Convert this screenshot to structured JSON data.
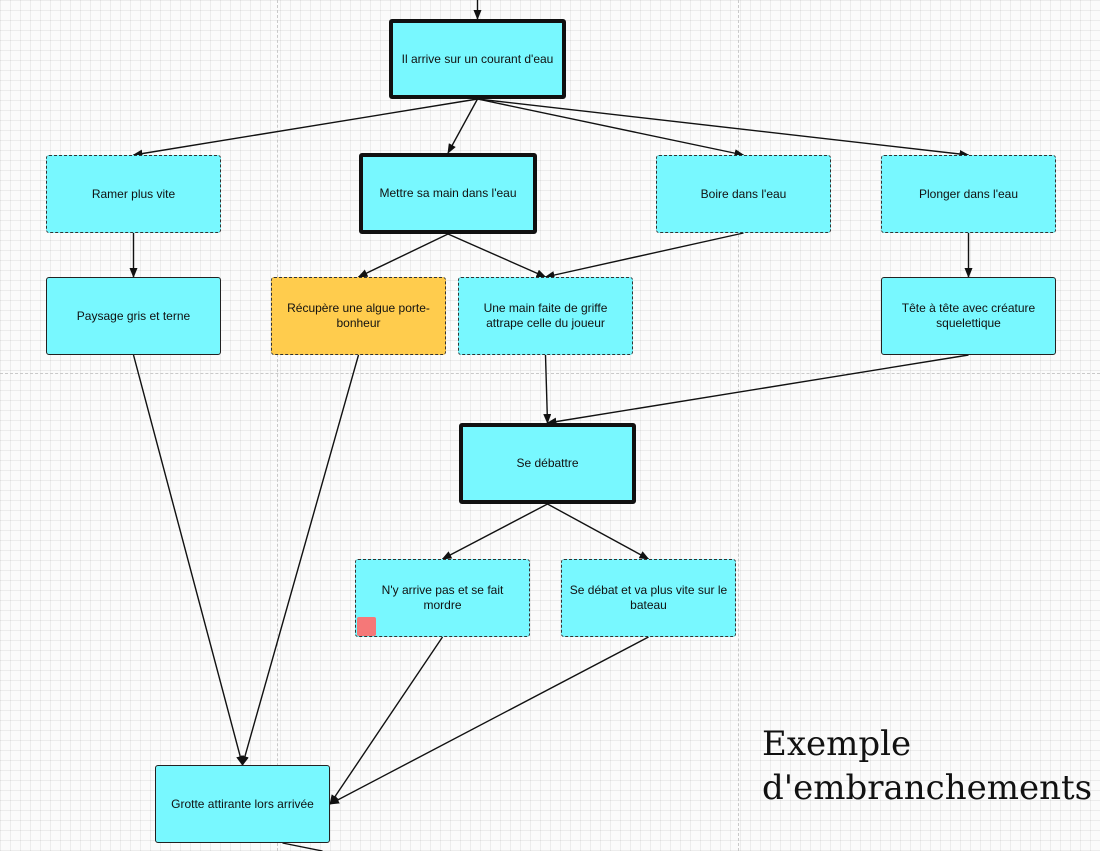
{
  "colors": {
    "cyan": "#78f8ff",
    "orange": "#ffcc4d",
    "sticker": "#f57878",
    "edge": "#111111"
  },
  "nodes": [
    {
      "id": "n-arrive",
      "label": "Il arrive sur un courant d'eau",
      "fill": "cyan",
      "border": "solid-thick"
    },
    {
      "id": "n-ramer",
      "label": "Ramer plus vite",
      "fill": "cyan",
      "border": "dashed-thin"
    },
    {
      "id": "n-main",
      "label": "Mettre sa main dans l'eau",
      "fill": "cyan",
      "border": "solid-thick"
    },
    {
      "id": "n-boire",
      "label": "Boire dans l'eau",
      "fill": "cyan",
      "border": "dashed-thin"
    },
    {
      "id": "n-plonger",
      "label": "Plonger dans l'eau",
      "fill": "cyan",
      "border": "dashed-thin"
    },
    {
      "id": "n-paysage",
      "label": "Paysage gris et terne",
      "fill": "cyan",
      "border": "solid-thin"
    },
    {
      "id": "n-algue",
      "label": "Récupère une algue porte-bonheur",
      "fill": "orange",
      "border": "dashed-thin"
    },
    {
      "id": "n-griffe",
      "label": "Une main faite de griffe attrape celle du joueur",
      "fill": "cyan",
      "border": "dashed-thin"
    },
    {
      "id": "n-tete",
      "label": "Tête à tête avec créature squelettique",
      "fill": "cyan",
      "border": "solid-thin"
    },
    {
      "id": "n-debattre",
      "label": "Se débattre",
      "fill": "cyan",
      "border": "solid-thick"
    },
    {
      "id": "n-mordre",
      "label": "N'y arrive pas et se fait mordre",
      "fill": "cyan",
      "border": "dashed-thin"
    },
    {
      "id": "n-bateau",
      "label": "Se débat et va plus vite sur le bateau",
      "fill": "cyan",
      "border": "dashed-thin"
    },
    {
      "id": "n-grotte",
      "label": "Grotte attirante lors arrivée",
      "fill": "cyan",
      "border": "solid-thin"
    }
  ],
  "edges": [
    {
      "from": "",
      "to": "n-arrive"
    },
    {
      "from": "n-arrive",
      "to": "n-ramer"
    },
    {
      "from": "n-arrive",
      "to": "n-main"
    },
    {
      "from": "n-arrive",
      "to": "n-boire"
    },
    {
      "from": "n-arrive",
      "to": "n-plonger"
    },
    {
      "from": "n-ramer",
      "to": "n-paysage"
    },
    {
      "from": "n-main",
      "to": "n-algue"
    },
    {
      "from": "n-main",
      "to": "n-griffe"
    },
    {
      "from": "n-boire",
      "to": "n-griffe"
    },
    {
      "from": "n-plonger",
      "to": "n-tete"
    },
    {
      "from": "n-griffe",
      "to": "n-debattre"
    },
    {
      "from": "n-tete",
      "to": "n-debattre"
    },
    {
      "from": "n-debattre",
      "to": "n-mordre"
    },
    {
      "from": "n-debattre",
      "to": "n-bateau"
    },
    {
      "from": "n-paysage",
      "to": "n-grotte"
    },
    {
      "from": "n-algue",
      "to": "n-grotte"
    },
    {
      "from": "n-mordre",
      "to": "n-grotte"
    },
    {
      "from": "n-bateau",
      "to": "n-grotte"
    },
    {
      "from": "n-grotte",
      "to": ""
    }
  ],
  "caption": {
    "line1": "Exemple",
    "line2": "d'embranchements"
  }
}
